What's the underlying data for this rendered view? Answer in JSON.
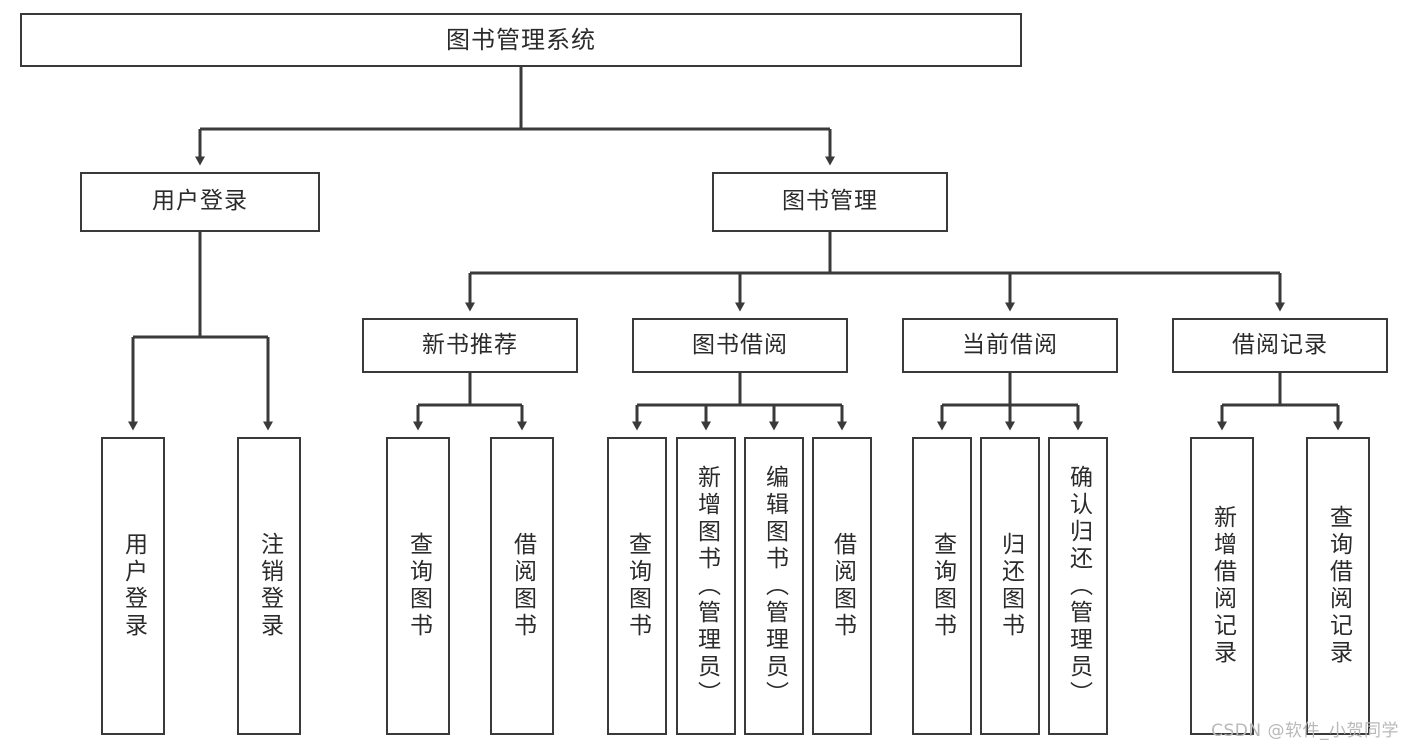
{
  "diagram": {
    "type": "tree-hierarchy",
    "root": {
      "label": "图书管理系统"
    },
    "level2": [
      {
        "label": "用户登录"
      },
      {
        "label": "图书管理"
      }
    ],
    "level3": [
      {
        "label": "新书推荐"
      },
      {
        "label": "图书借阅"
      },
      {
        "label": "当前借阅"
      },
      {
        "label": "借阅记录"
      }
    ],
    "leaves": {
      "user_login": [
        {
          "label": "用户登录"
        },
        {
          "label": "注销登录"
        }
      ],
      "new_book_recommend": [
        {
          "label": "查询图书"
        },
        {
          "label": "借阅图书"
        }
      ],
      "book_borrow": [
        {
          "label": "查询图书"
        },
        {
          "label": "新增图书（管理员）"
        },
        {
          "label": "编辑图书（管理员）"
        },
        {
          "label": "借阅图书"
        }
      ],
      "current_borrow": [
        {
          "label": "查询图书"
        },
        {
          "label": "归还图书"
        },
        {
          "label": "确认归还（管理员）"
        }
      ],
      "borrow_record": [
        {
          "label": "新增借阅记录"
        },
        {
          "label": "查询借阅记录"
        }
      ]
    }
  },
  "watermark": {
    "text": "CSDN @软件_小贺同学"
  },
  "colors": {
    "border": "#3a3a3a",
    "text": "#2b2b2b",
    "background": "#ffffff",
    "watermark": "#b9b9b9"
  }
}
